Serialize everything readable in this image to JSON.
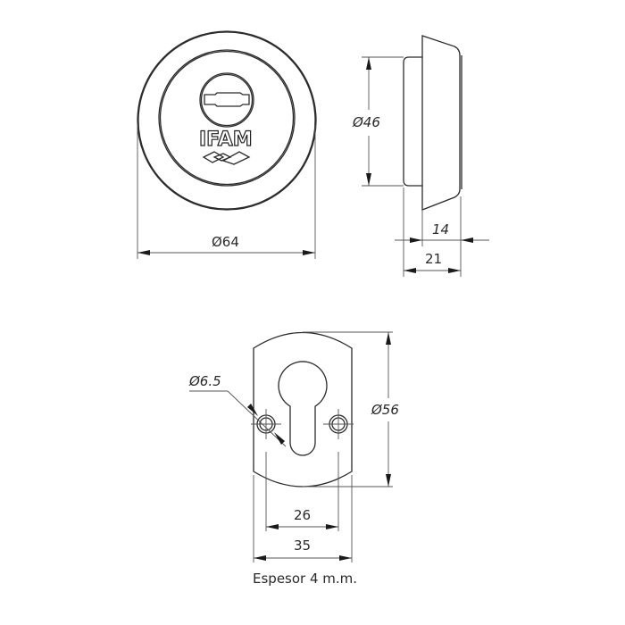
{
  "drawing": {
    "title": "IFAM escutcheon technical drawing",
    "colors": {
      "line": "#2b2b2b",
      "dimension": "#555555",
      "background": "#ffffff"
    },
    "front_view": {
      "brand_logo": "IFAM",
      "outer_diameter_label": "Ø64"
    },
    "side_view": {
      "diameter_label": "Ø46",
      "depth_label": "14",
      "total_depth_label": "21"
    },
    "plate_view": {
      "hole_diameter_label": "Ø6.5",
      "height_label": "Ø56",
      "hole_spacing_label": "26",
      "width_label": "35"
    },
    "note": "Espesor 4 m.m."
  }
}
